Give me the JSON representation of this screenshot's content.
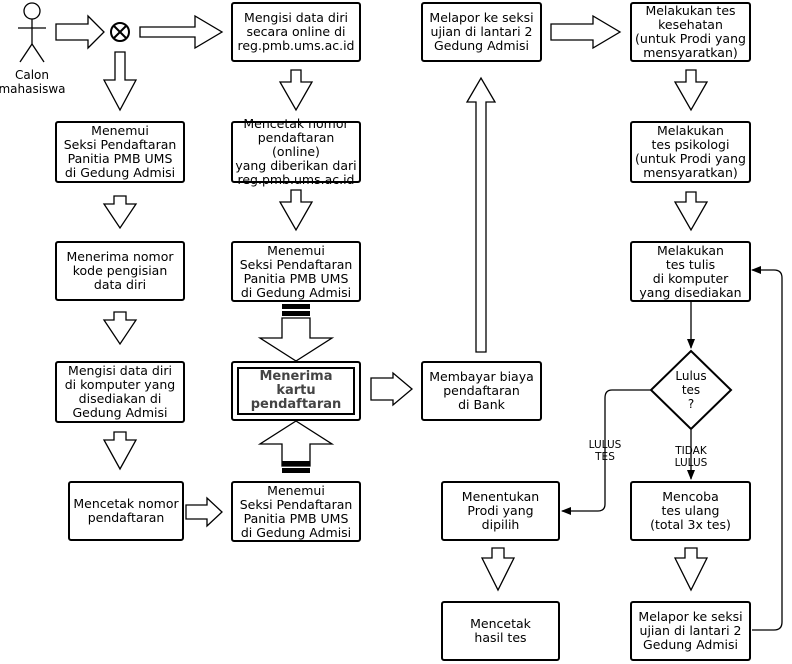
{
  "actor": {
    "label": "Calon\nmahasiswa"
  },
  "boxes": {
    "temui_seksi_1": "Menemui\nSeksi Pendaftaran\nPanitia PMB UMS\ndi Gedung Admisi",
    "terima_kode": "Menerima nomor\nkode pengisian\ndata diri",
    "isi_komputer": "Mengisi data diri\ndi komputer yang\ndisediakan di\nGedung Admisi",
    "cetak_nomor": "Mencetak nomor\npendaftaran",
    "isi_online": "Mengisi data diri\nsecara online di\nreg.pmb.ums.ac.id",
    "cetak_online": "Mencetak nomor\npendaftaran (online)\nyang diberikan dari\nreg.pmb.ums.ac.id",
    "temui_seksi_2": "Menemui\nSeksi Pendaftaran\nPanitia PMB UMS\ndi Gedung Admisi",
    "terima_kartu": "Menerima\nkartu pendaftaran",
    "temui_seksi_3": "Menemui\nSeksi Pendaftaran\nPanitia PMB UMS\ndi Gedung Admisi",
    "bayar_bank": "Membayar biaya\npendaftaran\ndi Bank",
    "lapor_ujian_1": "Melapor ke seksi\nujian di lantari 2\nGedung Admisi",
    "tes_kesehatan": "Melakukan tes\nkesehatan\n(untuk Prodi yang\nmensyaratkan)",
    "tes_psikologi": "Melakukan\ntes psikologi\n(untuk Prodi yang\nmensyaratkan)",
    "tes_tulis": "Melakukan\ntes tulis\ndi komputer\nyang disediakan",
    "tentukan_prodi": "Menentukan\nProdi yang\ndipilih",
    "cetak_hasil": "Mencetak\nhasil tes",
    "coba_ulang": "Mencoba\ntes ulang\n(total 3x tes)",
    "lapor_ujian_2": "Melapor ke seksi\nujian di lantari 2\nGedung Admisi"
  },
  "decision": {
    "label": "Lulus\ntes\n?",
    "yes_label": "LULUS\nTES",
    "no_label": "TIDAK\nLULUS"
  }
}
